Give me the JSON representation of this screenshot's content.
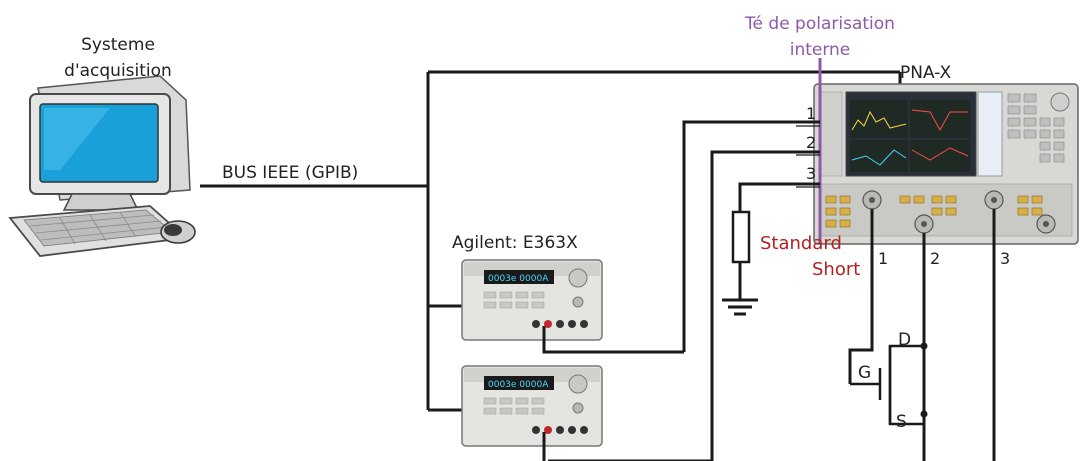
{
  "labels": {
    "acq_line1": "Systeme",
    "acq_line2": "d'acquisition",
    "bus": "BUS IEEE (GPIB)",
    "bias_tee_line1": "Té de polarisation",
    "bias_tee_line2": "interne",
    "pna": "PNA-X",
    "supply": "Agilent: E363X",
    "short_line1": "Standard",
    "short_line2": "Short",
    "port_in_1": "1",
    "port_in_2": "2",
    "port_in_3": "3",
    "port_out_1": "1",
    "port_out_2": "2",
    "port_out_3": "3",
    "drain": "D",
    "gate": "G",
    "source": "S",
    "psu_display": "0003e  0000A"
  },
  "colors": {
    "bias_tee": "#8e5aa8",
    "short": "#b22222",
    "wire": "#1a1a1a",
    "screen": "#1aa0d8"
  },
  "icons": {
    "computer": "desktop-computer-icon",
    "pna": "network-analyzer-icon",
    "supply": "power-supply-icon",
    "ground": "ground-icon",
    "resistor": "resistor-icon",
    "transistor": "fet-transistor-icon"
  }
}
